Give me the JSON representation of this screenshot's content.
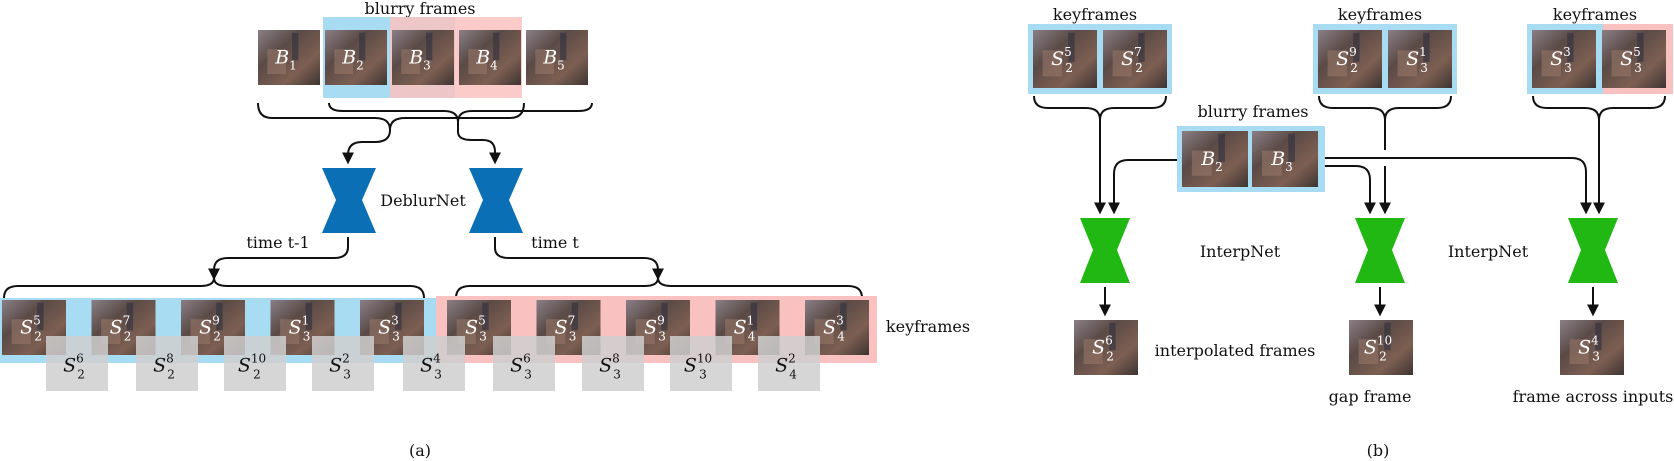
{
  "panel_a": {
    "caption": "(a)",
    "blurry_label": "blurry frames",
    "deblur_label": "DeblurNet",
    "time_prev": "time t-1",
    "time_cur": "time t",
    "keyframes_label": "keyframes",
    "blurry_frames": [
      {
        "b": "B",
        "sub": "1"
      },
      {
        "b": "B",
        "sub": "2"
      },
      {
        "b": "B",
        "sub": "3"
      },
      {
        "b": "B",
        "sub": "4"
      },
      {
        "b": "B",
        "sub": "5"
      }
    ],
    "keyframes_prev": [
      {
        "b": "S",
        "sub": "2",
        "sup": "5"
      },
      {
        "b": "S",
        "sub": "2",
        "sup": "7"
      },
      {
        "b": "S",
        "sub": "2",
        "sup": "9"
      },
      {
        "b": "S",
        "sub": "3",
        "sup": "1"
      },
      {
        "b": "S",
        "sub": "3",
        "sup": "3"
      }
    ],
    "keyframes_cur": [
      {
        "b": "S",
        "sub": "3",
        "sup": "5"
      },
      {
        "b": "S",
        "sub": "3",
        "sup": "7"
      },
      {
        "b": "S",
        "sub": "3",
        "sup": "9"
      },
      {
        "b": "S",
        "sub": "4",
        "sup": "1"
      },
      {
        "b": "S",
        "sub": "4",
        "sup": "3"
      }
    ],
    "gray_frames": [
      {
        "b": "S",
        "sub": "2",
        "sup": "6"
      },
      {
        "b": "S",
        "sub": "2",
        "sup": "8"
      },
      {
        "b": "S",
        "sub": "2",
        "sup": "10"
      },
      {
        "b": "S",
        "sub": "3",
        "sup": "2"
      },
      {
        "b": "S",
        "sub": "3",
        "sup": "4"
      },
      {
        "b": "S",
        "sub": "3",
        "sup": "6"
      },
      {
        "b": "S",
        "sub": "3",
        "sup": "8"
      },
      {
        "b": "S",
        "sub": "3",
        "sup": "10"
      },
      {
        "b": "S",
        "sub": "4",
        "sup": "2"
      }
    ]
  },
  "panel_b": {
    "caption": "(b)",
    "keyframes_label": "keyframes",
    "blurry_label": "blurry frames",
    "interp_label": "InterpNet",
    "interpolated_label": "interpolated frames",
    "gap_label": "gap frame",
    "across_label": "frame across inputs",
    "key_groups": [
      [
        {
          "b": "S",
          "sub": "2",
          "sup": "5"
        },
        {
          "b": "S",
          "sub": "2",
          "sup": "7"
        }
      ],
      [
        {
          "b": "S",
          "sub": "2",
          "sup": "9"
        },
        {
          "b": "S",
          "sub": "3",
          "sup": "1"
        }
      ],
      [
        {
          "b": "S",
          "sub": "3",
          "sup": "3"
        },
        {
          "b": "S",
          "sub": "3",
          "sup": "5"
        }
      ]
    ],
    "blurry": [
      {
        "b": "B",
        "sub": "2"
      },
      {
        "b": "B",
        "sub": "3"
      }
    ],
    "outputs": [
      {
        "b": "S",
        "sub": "2",
        "sup": "6"
      },
      {
        "b": "S",
        "sub": "2",
        "sup": "10"
      },
      {
        "b": "S",
        "sub": "3",
        "sup": "4"
      }
    ]
  },
  "colors": {
    "blue_highlight": "#a8dcf3",
    "red_highlight": "#f9c2c0",
    "gray_frame": "#cfcfcf",
    "deblurnet": "#0a6fb5",
    "interpnet": "#22b814",
    "photo_dark": "#4e4340",
    "photo_mid": "#7e6a63"
  }
}
